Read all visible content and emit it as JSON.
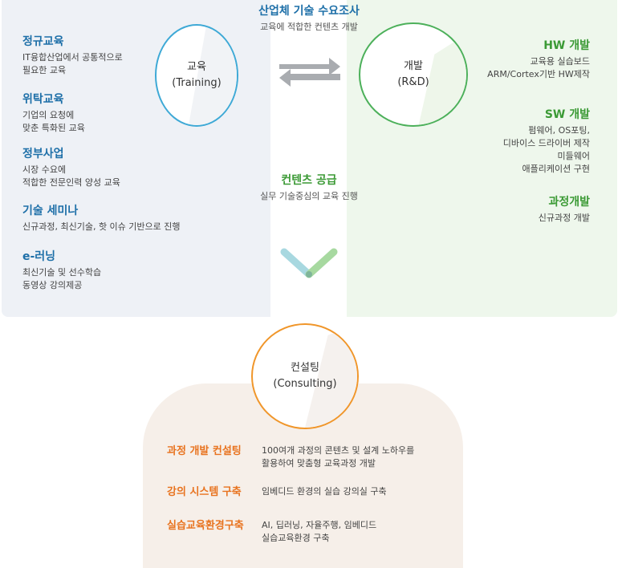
{
  "top": {
    "title": "산업체 기술 수요조사",
    "desc": "교육에 적합한 컨텐츠 개발",
    "color": "#1d6fa8"
  },
  "middle": {
    "title": "컨텐츠 공급",
    "desc": "실무 기술중심의 교육 진행",
    "color": "#3b9a35"
  },
  "education": {
    "circle_title": "교육",
    "circle_sub": "(Training)",
    "items": [
      {
        "title": "정규교육",
        "desc": "IT융합산업에서 공통적으로\n필요한 교육"
      },
      {
        "title": "위탁교육",
        "desc": "기업의 요청에\n맞춘 특화된 교육"
      },
      {
        "title": "정부사업",
        "desc": "시장 수요에\n적합한 전문인력 양성 교육"
      },
      {
        "title": "기술 세미나",
        "desc": "신규과정, 최신기술, 핫 이슈 기반으로 진행"
      },
      {
        "title": "e-러닝",
        "desc": "최신기술 및 선수학습\n동영상 강의제공"
      }
    ]
  },
  "development": {
    "circle_title": "개발",
    "circle_sub": "(R&D)",
    "items": [
      {
        "title": "HW 개발",
        "desc": "교육용 실습보드\nARM/Cortex기반 HW제작"
      },
      {
        "title": "SW 개발",
        "desc": "펌웨어, OS포팅,\n디바이스 드라이버 제작\n미들웨어\n애플리케이션 구현"
      },
      {
        "title": "과정개발",
        "desc": "신규과정 개발"
      }
    ]
  },
  "consulting": {
    "circle_title": "컨설팅",
    "circle_sub": "(Consulting)",
    "items": [
      {
        "label": "과정 개발 컨설팅",
        "desc": "100여개 과정의 콘텐츠 및 설계 노하우를\n활용하여 맞춤형 교육과정 개발"
      },
      {
        "label": "강의 시스템 구축",
        "desc": "임베디드 환경의 실습 강의실 구축"
      },
      {
        "label": "실습교육환경구축",
        "desc": "AI, 딥러닝, 자율주행, 임베디드\n실습교육환경 구축"
      }
    ]
  },
  "colors": {
    "education": "#3ea9d6",
    "development": "#4cb05a",
    "consulting": "#f0962a",
    "arrow": "#a9acb0"
  }
}
